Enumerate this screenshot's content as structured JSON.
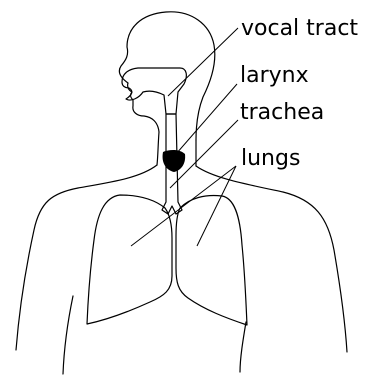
{
  "labels": {
    "vocal_tract": "vocal tract",
    "larynx": "larynx",
    "trachea": "trachea",
    "lungs": "lungs"
  },
  "colors": {
    "vocal_tract_fill": "#d9d9d9",
    "larynx_fill": "#000000",
    "trachea_fill": "#d9d9d9",
    "lung_fill": "#7a7a7a",
    "outline": "#000000",
    "background": "#ffffff"
  }
}
